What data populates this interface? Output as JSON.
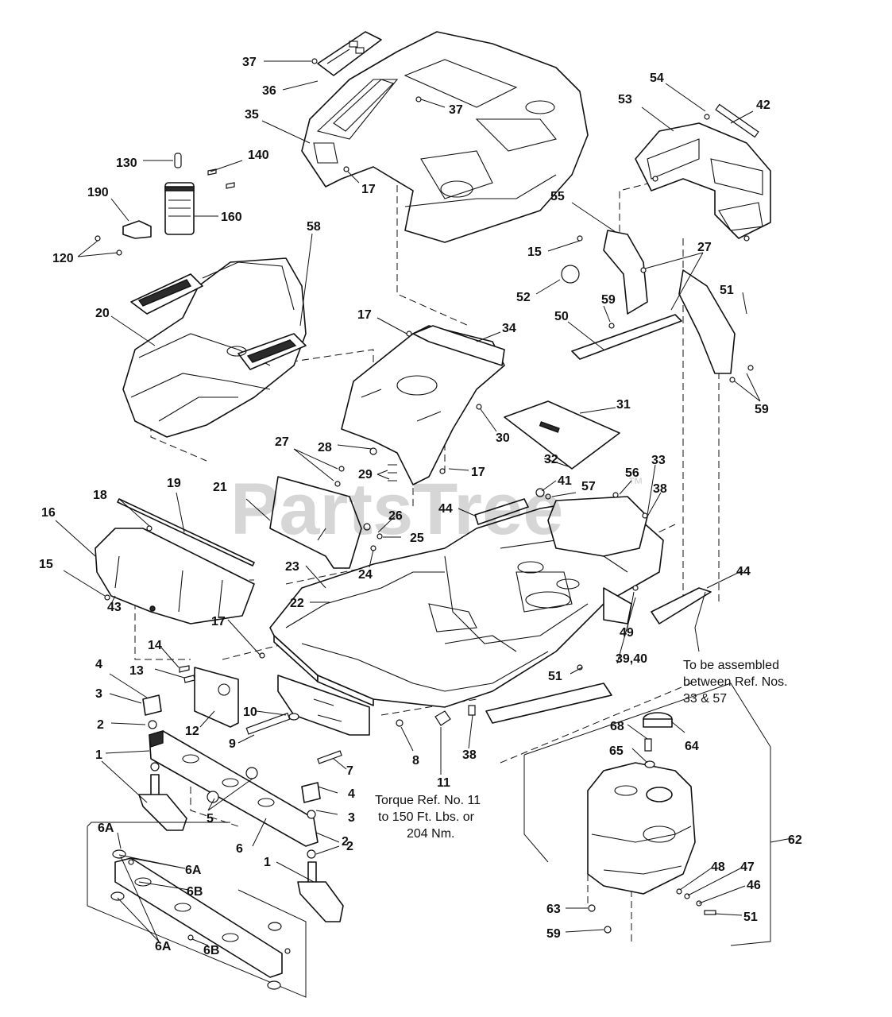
{
  "watermark": {
    "text": "PartsTree",
    "tm": "™"
  },
  "callouts": [
    {
      "id": "c-37a",
      "text": "37"
    },
    {
      "id": "c-36",
      "text": "36"
    },
    {
      "id": "c-37b",
      "text": "37"
    },
    {
      "id": "c-35",
      "text": "35"
    },
    {
      "id": "c-17a",
      "text": "17"
    },
    {
      "id": "c-130",
      "text": "130"
    },
    {
      "id": "c-140",
      "text": "140"
    },
    {
      "id": "c-190",
      "text": "190"
    },
    {
      "id": "c-160",
      "text": "160"
    },
    {
      "id": "c-120",
      "text": "120"
    },
    {
      "id": "c-58",
      "text": "58"
    },
    {
      "id": "c-20",
      "text": "20"
    },
    {
      "id": "c-54",
      "text": "54"
    },
    {
      "id": "c-53",
      "text": "53"
    },
    {
      "id": "c-42",
      "text": "42"
    },
    {
      "id": "c-55",
      "text": "55"
    },
    {
      "id": "c-15a",
      "text": "15"
    },
    {
      "id": "c-27a",
      "text": "27"
    },
    {
      "id": "c-52",
      "text": "52"
    },
    {
      "id": "c-59a",
      "text": "59"
    },
    {
      "id": "c-51a",
      "text": "51"
    },
    {
      "id": "c-50",
      "text": "50"
    },
    {
      "id": "c-59b",
      "text": "59"
    },
    {
      "id": "c-17b",
      "text": "17"
    },
    {
      "id": "c-34",
      "text": "34"
    },
    {
      "id": "c-31",
      "text": "31"
    },
    {
      "id": "c-30",
      "text": "30"
    },
    {
      "id": "c-28",
      "text": "28"
    },
    {
      "id": "c-27b",
      "text": "27"
    },
    {
      "id": "c-29",
      "text": "29"
    },
    {
      "id": "c-17c",
      "text": "17"
    },
    {
      "id": "c-32",
      "text": "32"
    },
    {
      "id": "c-41",
      "text": "41"
    },
    {
      "id": "c-57",
      "text": "57"
    },
    {
      "id": "c-56",
      "text": "56"
    },
    {
      "id": "c-33",
      "text": "33"
    },
    {
      "id": "c-38a",
      "text": "38"
    },
    {
      "id": "c-44a",
      "text": "44"
    },
    {
      "id": "c-19",
      "text": "19"
    },
    {
      "id": "c-21",
      "text": "21"
    },
    {
      "id": "c-26",
      "text": "26"
    },
    {
      "id": "c-25",
      "text": "25"
    },
    {
      "id": "c-18",
      "text": "18"
    },
    {
      "id": "c-16",
      "text": "16"
    },
    {
      "id": "c-24",
      "text": "24"
    },
    {
      "id": "c-23",
      "text": "23"
    },
    {
      "id": "c-15b",
      "text": "15"
    },
    {
      "id": "c-22",
      "text": "22"
    },
    {
      "id": "c-43",
      "text": "43"
    },
    {
      "id": "c-17d",
      "text": "17"
    },
    {
      "id": "c-44b",
      "text": "44"
    },
    {
      "id": "c-49",
      "text": "49"
    },
    {
      "id": "c-14",
      "text": "14"
    },
    {
      "id": "c-13",
      "text": "13"
    },
    {
      "id": "c-4a",
      "text": "4"
    },
    {
      "id": "c-3a",
      "text": "3"
    },
    {
      "id": "c-12",
      "text": "12"
    },
    {
      "id": "c-10",
      "text": "10"
    },
    {
      "id": "c-2a",
      "text": "2"
    },
    {
      "id": "c-9",
      "text": "9"
    },
    {
      "id": "c-51b",
      "text": "51"
    },
    {
      "id": "c-3940",
      "text": "39,40"
    },
    {
      "id": "c-38b",
      "text": "38"
    },
    {
      "id": "c-8",
      "text": "8"
    },
    {
      "id": "c-11",
      "text": "11"
    },
    {
      "id": "c-7",
      "text": "7"
    },
    {
      "id": "c-1a",
      "text": "1"
    },
    {
      "id": "c-68",
      "text": "68"
    },
    {
      "id": "c-65",
      "text": "65"
    },
    {
      "id": "c-64",
      "text": "64"
    },
    {
      "id": "c-4b",
      "text": "4"
    },
    {
      "id": "c-3b",
      "text": "3"
    },
    {
      "id": "c-5",
      "text": "5"
    },
    {
      "id": "c-6",
      "text": "6"
    },
    {
      "id": "c-2b",
      "text": "2"
    },
    {
      "id": "c-2c",
      "text": "2"
    },
    {
      "id": "c-62",
      "text": "62"
    },
    {
      "id": "c-6A1",
      "text": "6A"
    },
    {
      "id": "c-6A2",
      "text": "6A"
    },
    {
      "id": "c-6B1",
      "text": "6B"
    },
    {
      "id": "c-1b",
      "text": "1"
    },
    {
      "id": "c-48",
      "text": "48"
    },
    {
      "id": "c-47",
      "text": "47"
    },
    {
      "id": "c-46",
      "text": "46"
    },
    {
      "id": "c-63",
      "text": "63"
    },
    {
      "id": "c-51c",
      "text": "51"
    },
    {
      "id": "c-59c",
      "text": "59"
    },
    {
      "id": "c-6A3",
      "text": "6A"
    },
    {
      "id": "c-6B2",
      "text": "6B"
    }
  ],
  "notes": {
    "assembly": [
      "To be assembled",
      "between Ref. Nos.",
      "33 & 57"
    ],
    "torque": [
      "Torque Ref. No. 11",
      "to 150 Ft. Lbs. or",
      "204 Nm."
    ]
  }
}
